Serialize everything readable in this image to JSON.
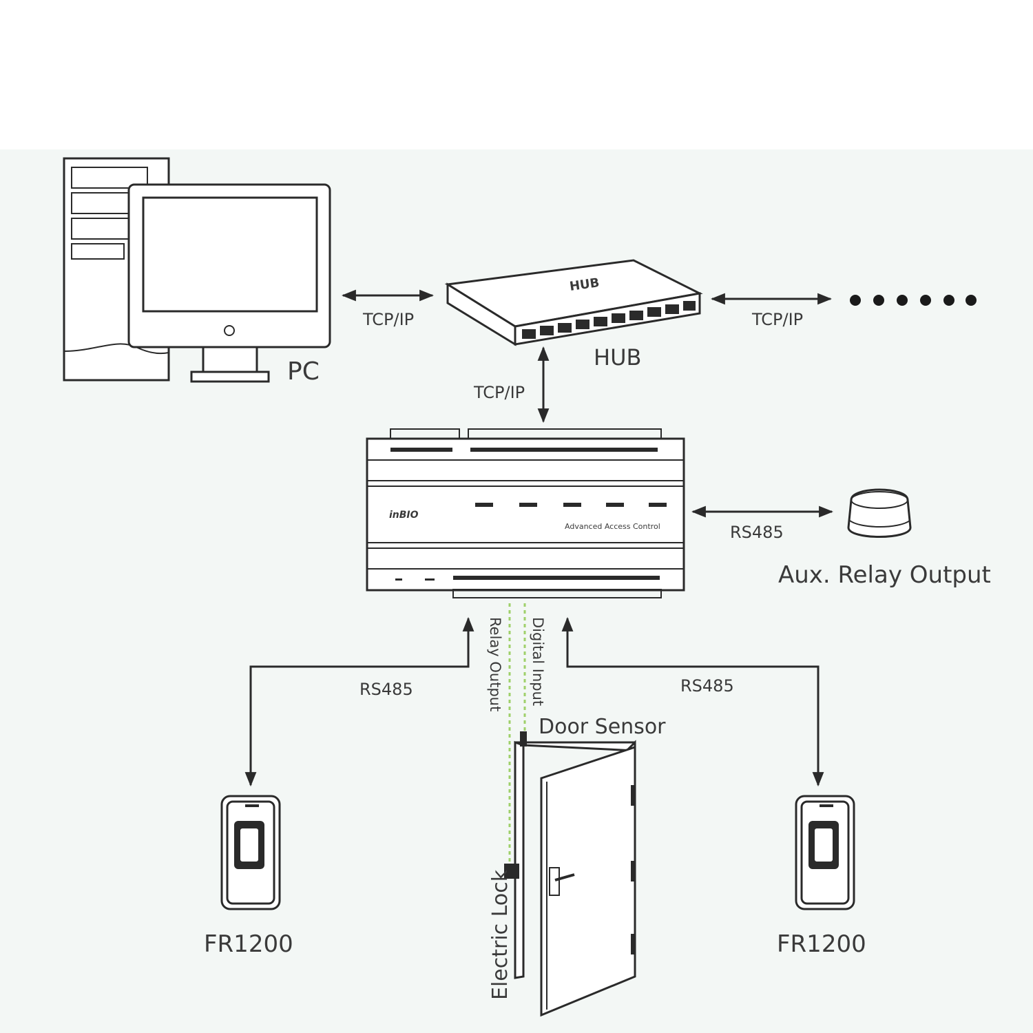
{
  "colors": {
    "background_panel": "#f3f7f5",
    "line": "#2a2a2a",
    "signal_dots": "#9fd06a",
    "text": "#3a3a3a"
  },
  "nodes": {
    "pc": {
      "label": "PC",
      "icon": "desktop-computer-icon"
    },
    "hub": {
      "label": "HUB",
      "top_label": "HUB",
      "icon": "network-hub-icon"
    },
    "controller": {
      "brand": "inBIO",
      "label": "Advanced Access Control",
      "icon": "access-controller-icon"
    },
    "aux_relay": {
      "label": "Aux. Relay Output",
      "icon": "relay-device-icon"
    },
    "reader_left": {
      "label": "FR1200",
      "icon": "fingerprint-reader-icon"
    },
    "reader_right": {
      "label": "FR1200",
      "icon": "fingerprint-reader-icon"
    },
    "door": {
      "icon": "door-icon"
    },
    "door_sensor": {
      "label": "Door Sensor",
      "icon": "door-sensor-icon"
    },
    "electric_lock": {
      "label": "Electric Lock",
      "icon": "electric-lock-icon"
    }
  },
  "connections": {
    "pc_hub": "TCP/IP",
    "hub_more": "TCP/IP",
    "hub_controller": "TCP/IP",
    "controller_aux": "RS485",
    "controller_reader_left": "RS485",
    "controller_reader_right": "RS485",
    "relay_output": "Relay Output",
    "digital_input": "Digital Input"
  }
}
